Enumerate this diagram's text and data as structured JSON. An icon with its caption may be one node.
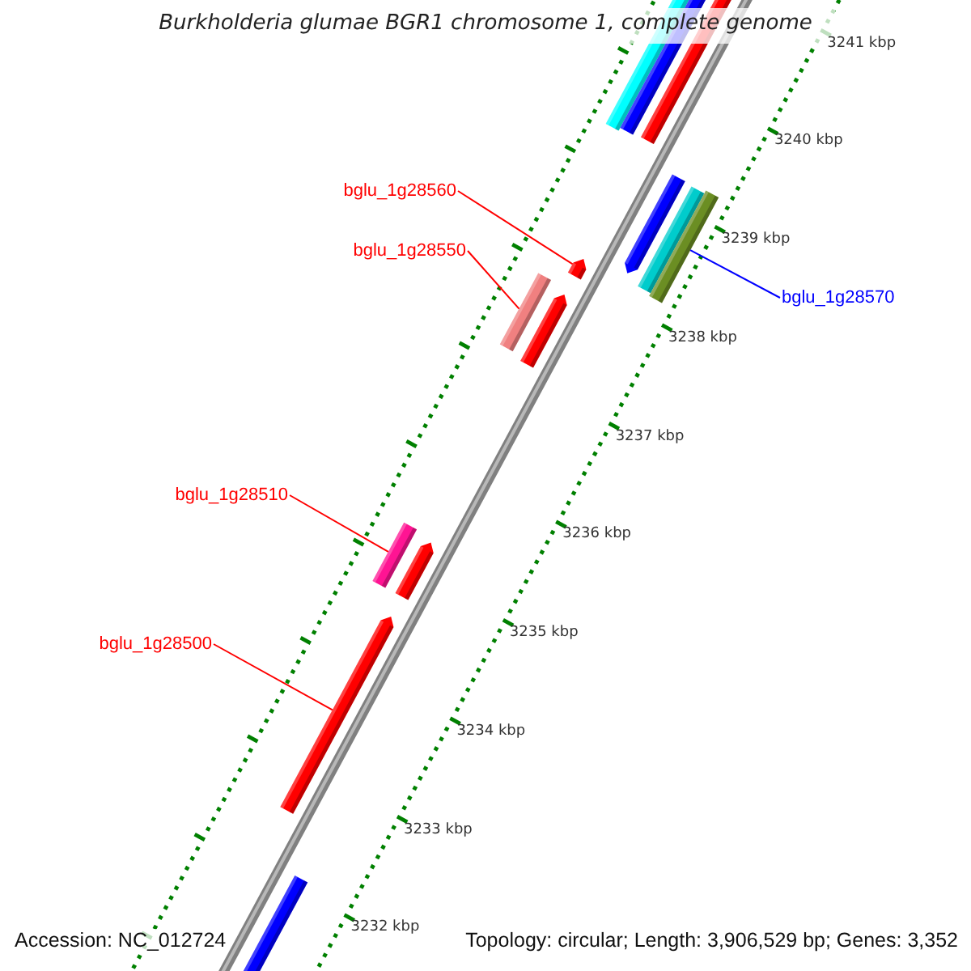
{
  "diagram": {
    "title": "Burkholderia glumae BGR1 chromosome 1, complete genome",
    "nodes": [
      {
        "text": [
          "bglu_1g28560"
        ]
      },
      {
        "text": [
          "bglu_1g28550"
        ]
      },
      {
        "text": [
          "bglu_1g28570"
        ]
      },
      {
        "text": [
          "bglu_1g28510"
        ]
      },
      {
        "text": [
          "bglu_1g28500"
        ]
      },
      {
        "text": [],
        "shape": "arrow"
      },
      {
        "text": [],
        "shape": "bar"
      },
      {
        "text": [],
        "shape": "bar"
      },
      {
        "text": [],
        "shape": "bar"
      },
      {
        "text": [],
        "shape": "arrow"
      }
    ],
    "edges": [
      {
        "from": 0,
        "to": 5,
        "arrow": "none"
      },
      {
        "from": 1,
        "to": 6,
        "arrow": "none"
      },
      {
        "from": 2,
        "to": 7,
        "arrow": "none",
        "color": "#0000ff"
      },
      {
        "from": 3,
        "to": 8,
        "arrow": "none"
      },
      {
        "from": 4,
        "to": 9,
        "arrow": "none"
      }
    ],
    "labels": [
      "3241 kbp",
      "3240 kbp",
      "3239 kbp",
      "3238 kbp",
      "3237 kbp",
      "3236 kbp",
      "3235 kbp",
      "3234 kbp",
      "3233 kbp",
      "3232 kbp",
      "Accession: NC_012724",
      "Topology: circular; Length: 3,906,529 bp; Genes: 3,352"
    ]
  }
}
